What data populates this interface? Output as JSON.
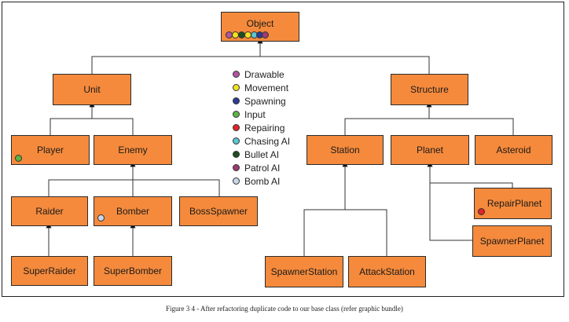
{
  "nodes": {
    "object": "Object",
    "unit": "Unit",
    "structure": "Structure",
    "player": "Player",
    "enemy": "Enemy",
    "station": "Station",
    "planet": "Planet",
    "asteroid": "Asteroid",
    "raider": "Raider",
    "bomber": "Bomber",
    "bossspawner": "BossSpawner",
    "repairplanet": "RepairPlanet",
    "spawnerplanet": "SpawnerPlanet",
    "superraider": "SuperRaider",
    "superbomber": "SuperBomber",
    "spawnerstation": "SpawnerStation",
    "attackstation": "AttackStation"
  },
  "legend": [
    {
      "label": "Drawable",
      "color": "#b2559e"
    },
    {
      "label": "Movement",
      "color": "#f2e21e"
    },
    {
      "label": "Spawning",
      "color": "#2d3c92"
    },
    {
      "label": "Input",
      "color": "#5cb446"
    },
    {
      "label": "Repairing",
      "color": "#e2232a"
    },
    {
      "label": "Chasing AI",
      "color": "#5bc6d0"
    },
    {
      "label": "Bullet AI",
      "color": "#1e4d24"
    },
    {
      "label": "Patrol AI",
      "color": "#9c3b74"
    },
    {
      "label": "Bomb AI",
      "color": "#c9d6ea"
    }
  ],
  "caption": "Figure 3 4 - After refactoring duplicate code to our base class (refer graphic bundle)"
}
